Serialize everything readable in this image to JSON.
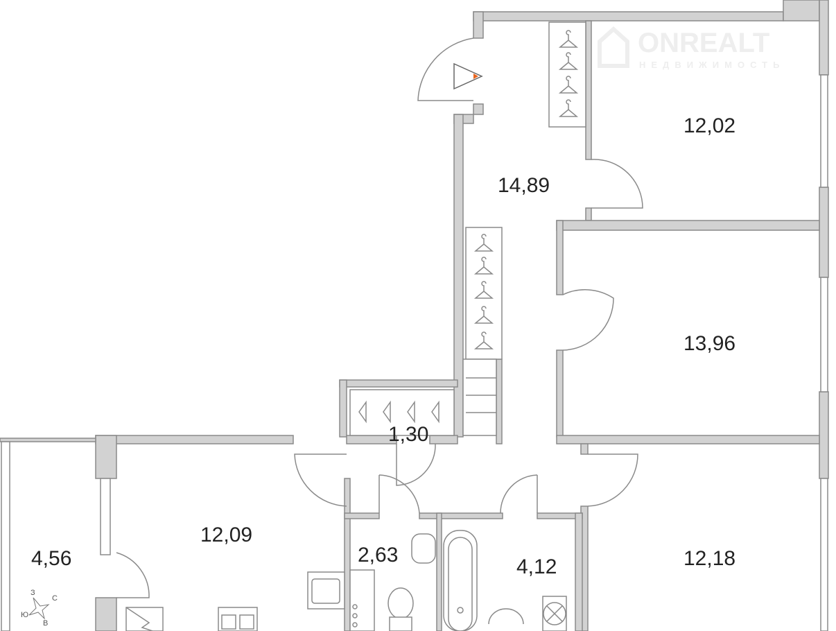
{
  "watermark": {
    "brand": "ONREALT",
    "tagline": "НЕДВИЖИМОСТЬ"
  },
  "rooms": [
    {
      "id": "bedroom-1",
      "area": "12,02"
    },
    {
      "id": "hall",
      "area": "14,89"
    },
    {
      "id": "bedroom-2",
      "area": "13,96"
    },
    {
      "id": "closet",
      "area": "1,30"
    },
    {
      "id": "balcony",
      "area": "4,56"
    },
    {
      "id": "kitchen",
      "area": "12,09"
    },
    {
      "id": "toilet",
      "area": "2,63"
    },
    {
      "id": "bathroom",
      "area": "4,12"
    },
    {
      "id": "bedroom-3",
      "area": "12,18"
    }
  ],
  "compass": {
    "north": "С",
    "east": "В",
    "south": "Ю",
    "west": "З"
  },
  "colors": {
    "wall": "#d2d2d2",
    "outline": "#8a8a8a",
    "entrance_marker": "#e8641e"
  }
}
